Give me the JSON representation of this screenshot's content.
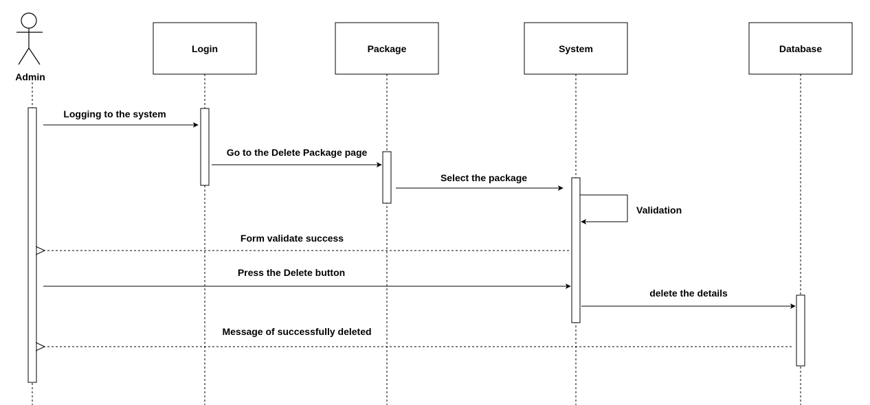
{
  "diagram": {
    "participants": [
      {
        "id": "admin",
        "label": "Admin",
        "kind": "actor"
      },
      {
        "id": "login",
        "label": "Login",
        "kind": "box"
      },
      {
        "id": "package",
        "label": "Package",
        "kind": "box"
      },
      {
        "id": "system",
        "label": "System",
        "kind": "box"
      },
      {
        "id": "database",
        "label": "Database",
        "kind": "box"
      }
    ],
    "messages": [
      {
        "from": "admin",
        "to": "login",
        "label": "Logging to the system",
        "style": "solid"
      },
      {
        "from": "login",
        "to": "package",
        "label": "Go to the Delete Package page",
        "style": "solid"
      },
      {
        "from": "package",
        "to": "system",
        "label": "Select the package",
        "style": "solid"
      },
      {
        "from": "system",
        "to": "system",
        "label": "Validation",
        "style": "self"
      },
      {
        "from": "system",
        "to": "admin",
        "label": "Form validate success",
        "style": "dashed"
      },
      {
        "from": "admin",
        "to": "system",
        "label": "Press the Delete button",
        "style": "solid"
      },
      {
        "from": "system",
        "to": "database",
        "label": "delete the details",
        "style": "solid"
      },
      {
        "from": "database",
        "to": "admin",
        "label": "Message of successfully deleted",
        "style": "dashed"
      }
    ]
  }
}
